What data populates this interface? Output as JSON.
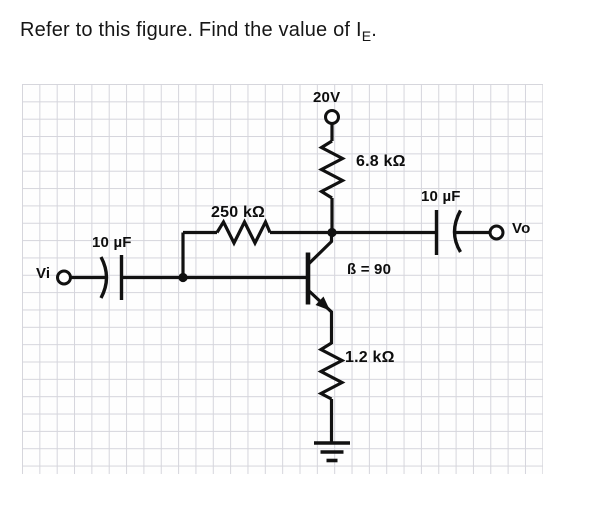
{
  "question": {
    "text_before_sub": "Refer to this figure. Find the value of I",
    "subscript": "E",
    "text_after_sub": "."
  },
  "circuit": {
    "supply_voltage": "20V",
    "collector_resistor": "6.8 kΩ",
    "feedback_resistor": "250 kΩ",
    "input_capacitor": "10 µF",
    "output_capacitor": "10 µF",
    "emitter_resistor": "1.2 kΩ",
    "transistor_beta": "ß = 90",
    "input_terminal": "Vi",
    "output_terminal": "Vo"
  },
  "colors": {
    "wire": "#111111",
    "grid_line": "#d5d5dc",
    "background": "#ffffff",
    "text": "#0d0d0d"
  }
}
